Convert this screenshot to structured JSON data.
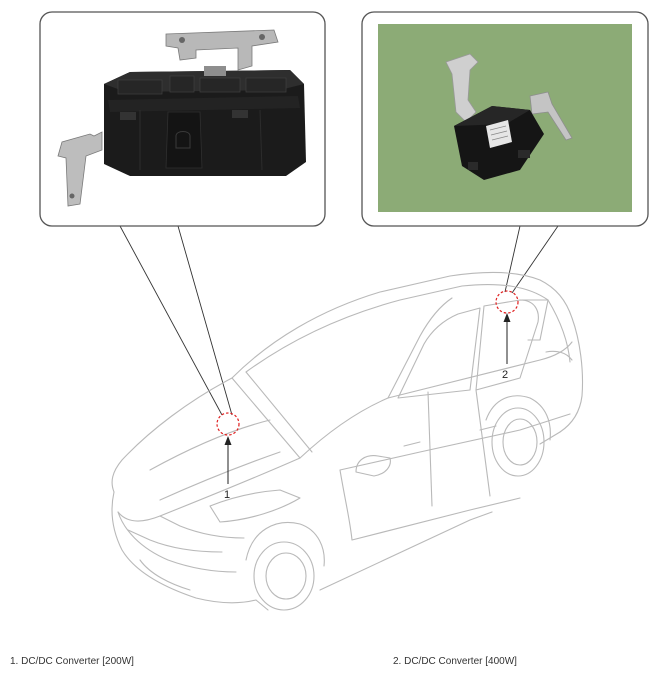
{
  "callouts": [
    {
      "number": "1",
      "caption": "1. DC/DC Converter [200W]"
    },
    {
      "number": "2",
      "caption": "2. DC/DC Converter [400W]"
    }
  ],
  "colors": {
    "photo_background": "#8cab76",
    "locator_circle": "#e02020",
    "frame_stroke": "#555555",
    "line_art": "#b9b9b9"
  }
}
